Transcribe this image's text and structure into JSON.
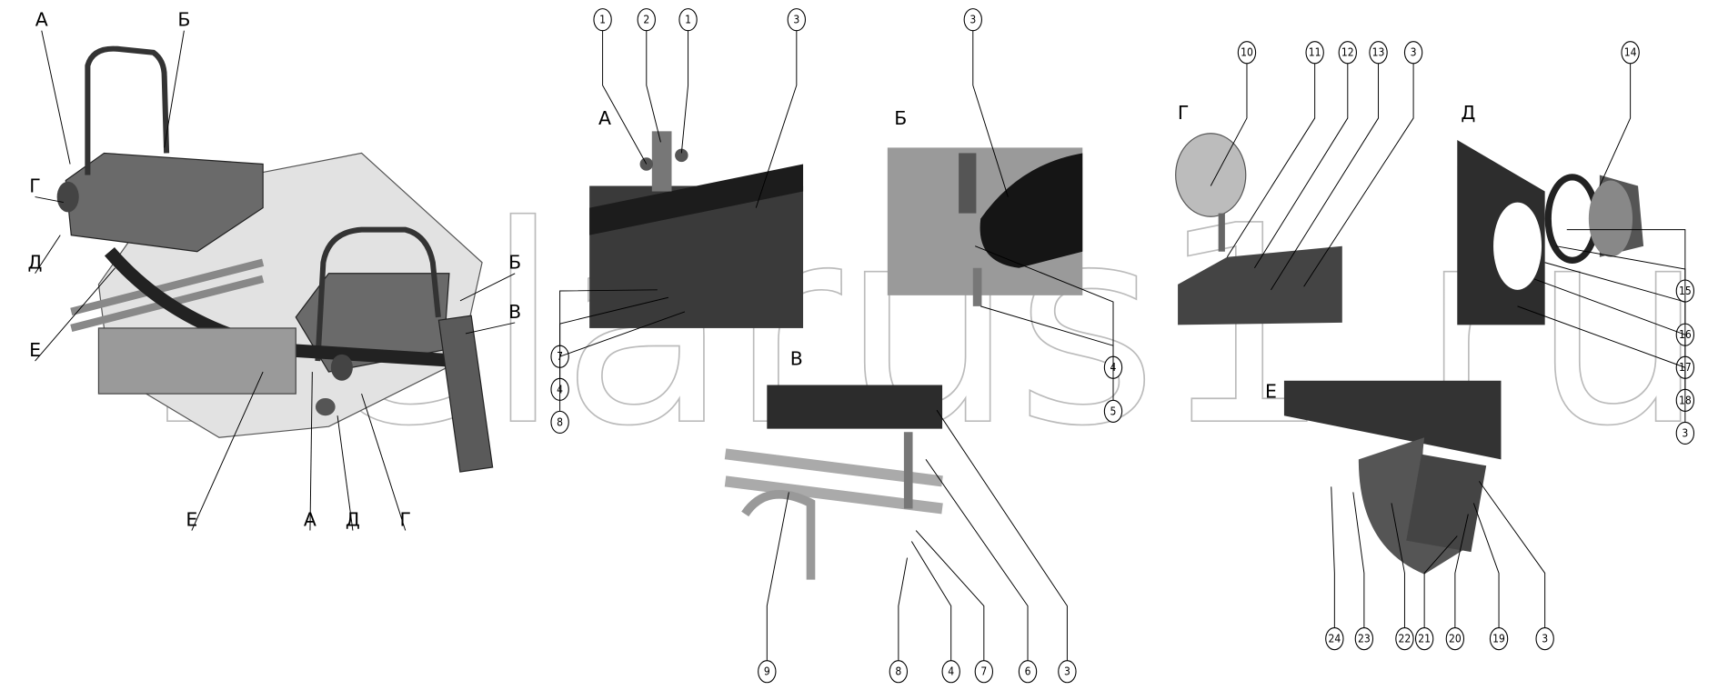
{
  "overview_letters": [
    "А",
    "Б",
    "Г",
    "Д",
    "Е",
    "Б",
    "В",
    "Е",
    "А",
    "Д",
    "Г"
  ],
  "detail_titles": [
    "А",
    "Б",
    "В",
    "Г",
    "Д",
    "Е"
  ],
  "callouts": [
    "1",
    "2",
    "1",
    "3",
    "7",
    "4",
    "8",
    "3",
    "4",
    "5",
    "10",
    "11",
    "12",
    "13",
    "3",
    "14",
    "15",
    "16",
    "17",
    "18",
    "3",
    "9",
    "8",
    "4",
    "7",
    "6",
    "3",
    "24",
    "23",
    "22",
    "21",
    "20",
    "19",
    "3"
  ],
  "watermark": "belarus1.ru",
  "colors": {
    "part_dark": "#2a2a2a",
    "part_mid": "#8a8a8a",
    "part_light": "#d4d4d4"
  }
}
